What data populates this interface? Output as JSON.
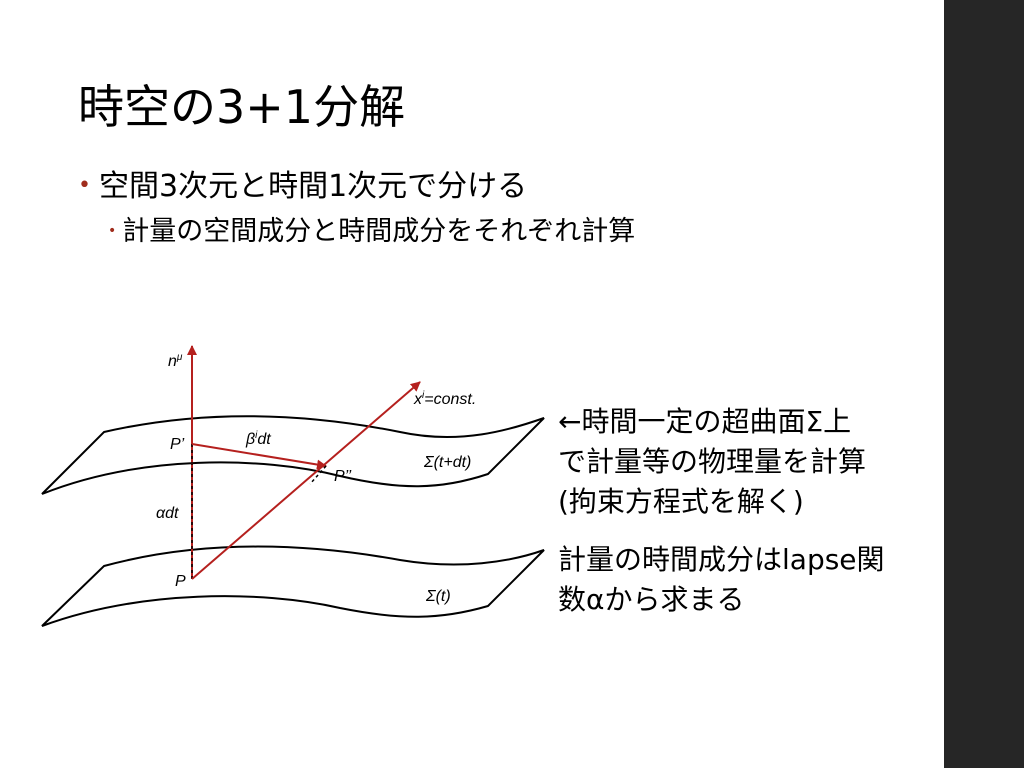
{
  "slide": {
    "title": "時空の3+1分解",
    "bullet1": "空間3次元と時間1次元で分ける",
    "bullet2": "計量の空間成分と時間成分をそれぞれ計算",
    "note1": [
      "←時間一定の超曲面Σ上",
      "で計量等の物理量を計算",
      "(拘束方程式を解く)"
    ],
    "note2": [
      "計量の時間成分はlapse関",
      "数αから求まる"
    ]
  },
  "diagram": {
    "n_label": "n",
    "n_sup": "μ",
    "x_label": "x",
    "x_sup": "i",
    "x_rest": "=const.",
    "beta_label": "β",
    "beta_sup": "i",
    "beta_rest": "dt",
    "p_prime": "P’",
    "p_double": "P’’",
    "p": "P",
    "alpha_dt": "αdt",
    "sigma_upper": "Σ(t+dt)",
    "sigma_lower": "Σ(t)"
  },
  "colors": {
    "arrow": "#b5201e",
    "sidebar": "#262626",
    "bullet": "#a02c1c"
  }
}
